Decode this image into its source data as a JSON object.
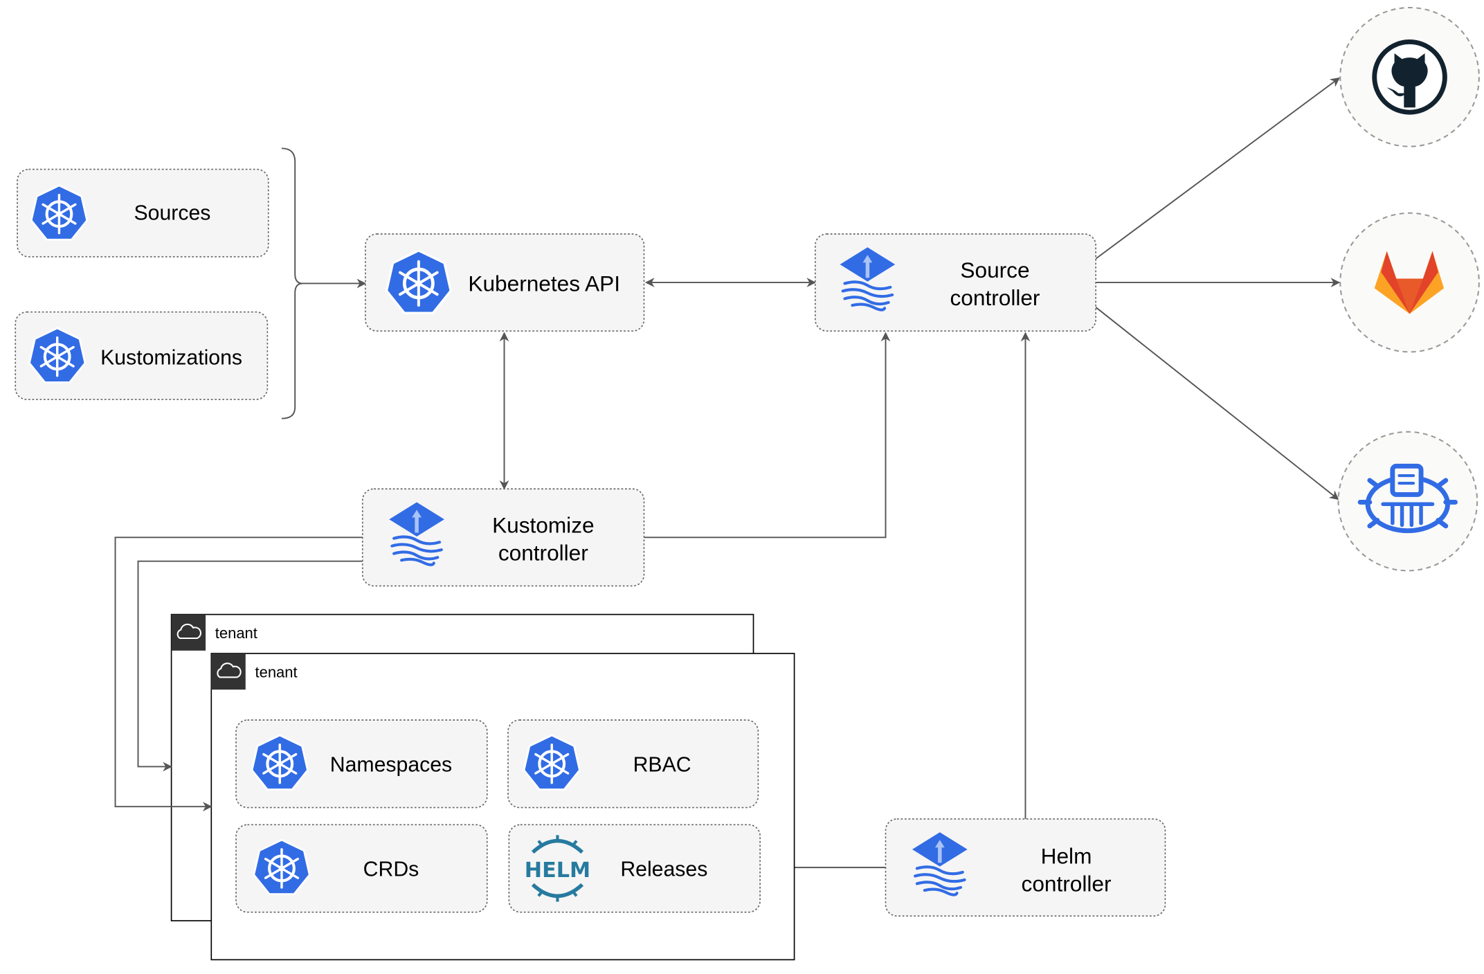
{
  "nodes": {
    "sources": {
      "label": "Sources",
      "icon": "kubernetes-icon"
    },
    "kustomizations": {
      "label": "Kustomizations",
      "icon": "kubernetes-icon"
    },
    "kubernetes_api": {
      "label": "Kubernetes API",
      "icon": "kubernetes-icon"
    },
    "source_controller": {
      "line1": "Source",
      "line2": "controller",
      "icon": "flux-icon"
    },
    "kustomize_controller": {
      "line1": "Kustomize",
      "line2": "controller",
      "icon": "flux-icon"
    },
    "helm_controller": {
      "line1": "Helm",
      "line2": "controller",
      "icon": "flux-icon"
    },
    "namespaces": {
      "label": "Namespaces",
      "icon": "kubernetes-icon"
    },
    "rbac": {
      "label": "RBAC",
      "icon": "kubernetes-icon"
    },
    "crds": {
      "label": "CRDs",
      "icon": "kubernetes-icon"
    },
    "releases": {
      "label": "Releases",
      "icon": "helm-icon",
      "logo_text": "HELM"
    }
  },
  "tenants": [
    {
      "label": "tenant",
      "icon": "cloud-icon"
    },
    {
      "label": "tenant",
      "icon": "cloud-icon"
    }
  ],
  "external": [
    {
      "icon": "github-icon"
    },
    {
      "icon": "gitlab-icon"
    },
    {
      "icon": "bucket-icon"
    }
  ],
  "colors": {
    "kubernetes_blue": "#326ce5",
    "github_dark": "#12232f",
    "gitlab_orange": "#e24329",
    "gitlab_yellow": "#fca326",
    "helm_blue": "#277a9f"
  }
}
